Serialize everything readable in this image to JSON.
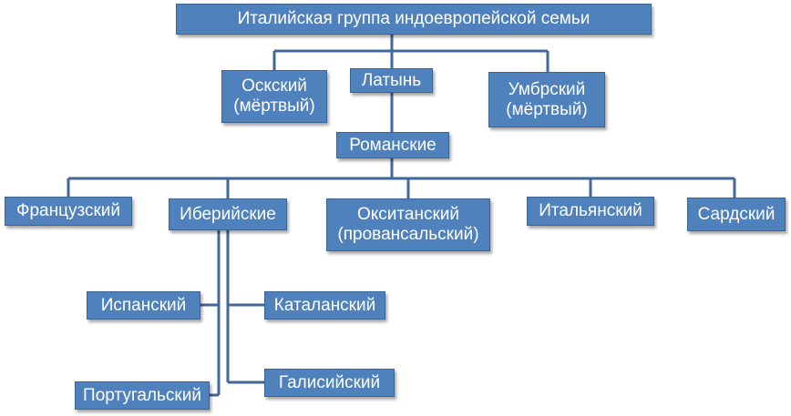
{
  "nodes": {
    "root": "Италийская группа индоевропейской семьи",
    "oscan": "Оскский\n(мёртвый)",
    "latin": "Латынь",
    "umbrian": "Умбрский\n(мёртвый)",
    "romance": "Романские",
    "french": "Французский",
    "iberian": "Иберийские",
    "occitan": "Окситанский\n(провансальский)",
    "italian": "Итальянский",
    "sardinian": "Сардский",
    "spanish": "Испанский",
    "catalan": "Каталанский",
    "portuguese": "Португальский",
    "galician": "Галисийский"
  },
  "colors": {
    "box_fill": "#4f81bd",
    "box_text": "#ffffff",
    "connector": "#43679a"
  }
}
